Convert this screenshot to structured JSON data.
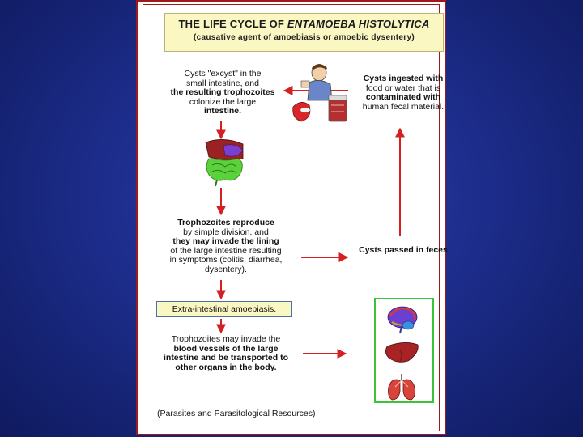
{
  "title": {
    "line1_pre": "THE LIFE CYCLE OF ",
    "line1_species": "ENTAMOEBA HISTOLYTICA",
    "subtitle": "(causative agent of amoebiasis or amoebic dysentery)"
  },
  "steps": {
    "excyst": [
      "Cysts \"excyst\" in the",
      "small intestine, and",
      "the resulting trophozoites",
      "colonize the large",
      "intestine."
    ],
    "ingested": [
      "Cysts ingested with",
      "food or water that is",
      "contaminated with",
      "human fecal material."
    ],
    "reproduce": [
      "Trophozoites reproduce",
      "by simple division, and",
      "they may invade the lining",
      "of the large intestine resulting",
      "in symptoms (colitis, diarrhea,",
      "dysentery)."
    ],
    "feces": "Cysts passed in feces",
    "extra": "Extra-intestinal amoebiasis.",
    "invade": [
      "Trophozoites may invade the",
      "blood vessels of the large",
      "intestine and be transported to",
      "other organs in the body."
    ]
  },
  "credit": "(Parasites and Parasitological Resources)",
  "colors": {
    "arrow": "#d42020",
    "title_bg": "#fbf7c2",
    "organ_border": "#39c43a",
    "frame": "#a01818"
  },
  "icons": [
    "person-eating-icon",
    "intestine-icon",
    "brain-icon",
    "liver-icon",
    "lungs-icon"
  ]
}
